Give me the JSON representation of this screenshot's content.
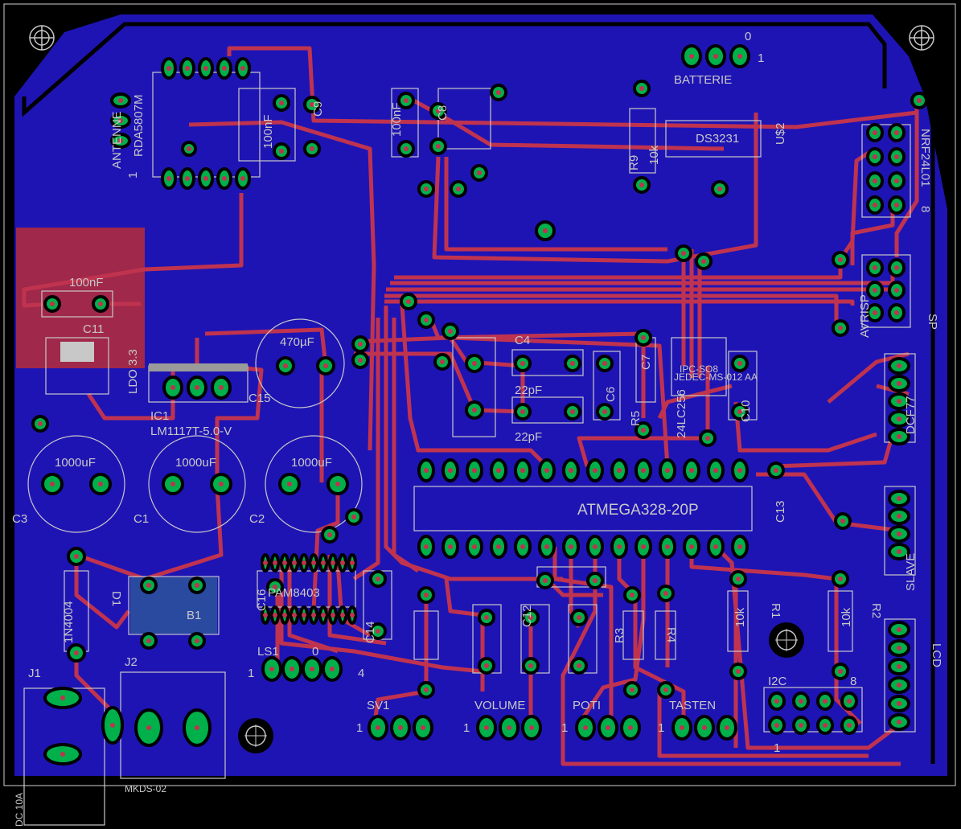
{
  "colors": {
    "background": "#000000",
    "bottom_pour": "#1e14b4",
    "trace_top": "#c0334f",
    "pad": "#00b04a",
    "drill": "#c8c8c8",
    "silkscreen": "#c8c8c8"
  },
  "components": {
    "rda": "RDA5807M",
    "antenne": "ANTENNE",
    "antenne_pin": "1",
    "cap_100nf_a": "100nF",
    "cap_100nf_b": "100nF",
    "c9": "C9",
    "c8": "C8",
    "cap_100nf_c": "100nF",
    "batterie": "BATTERIE",
    "batterie_pin0": "0",
    "batterie_pin1": "1",
    "r9": "R9",
    "r9_val": "10k",
    "ds3231": "DS3231",
    "u2": "U$2",
    "nrf": "NRF24L01",
    "nrf_pin": "8",
    "cap_100nf_top": "100nF",
    "c11": "C11",
    "ldo33": "LDO 3.3",
    "ic1": "IC1",
    "ic1_val": "LM1117T-5.0-V",
    "c15": "C15",
    "c_470": "470µF",
    "c4": "C4",
    "c4_val": "22pF",
    "c5_val": "22pF",
    "c6": "C6",
    "c7": "C7",
    "r5": "R5",
    "eeprom": "24LC256",
    "soic": "IPC-SO8",
    "jedec": "JEDEC-MS-012 AA",
    "c10": "C10",
    "c3_val": "1000uF",
    "c1_val": "1000uF",
    "c2_val": "1000uF",
    "c3": "C3",
    "c1": "C1",
    "c2": "C2",
    "avr": "AVRISP",
    "sp": "SP",
    "dcf": "DCF77",
    "atmega": "ATMEGA328-20P",
    "c13": "C13",
    "pam": "PAM8403",
    "ls1": "LS1",
    "ls1_pin1": "1",
    "ls1_pin0": "0",
    "ls1_pin4": "4",
    "sv1": "SV1",
    "sv1_pin": "1",
    "volume": "VOLUME",
    "volume_pin": "1",
    "poti": "POTI",
    "poti_pin": "1",
    "tasten": "TASTEN",
    "tasten_pin": "1",
    "i2c": "I2C",
    "i2c_pin1": "1",
    "i2c_pin8": "8",
    "d1": "D1",
    "d1_val": "1N4004",
    "b1": "B1",
    "j1": "J1",
    "j2": "J2",
    "mkds": "MKDS-02",
    "dc_jack": "DC 10A",
    "r1": "R1",
    "r2": "R2",
    "r1_val": "10k",
    "r2_val": "10k",
    "r3": "R3",
    "r4": "R4",
    "c12": "C12",
    "c14": "C14",
    "c16": "C16",
    "slave": "SLAVE",
    "lcd": "LCD"
  }
}
